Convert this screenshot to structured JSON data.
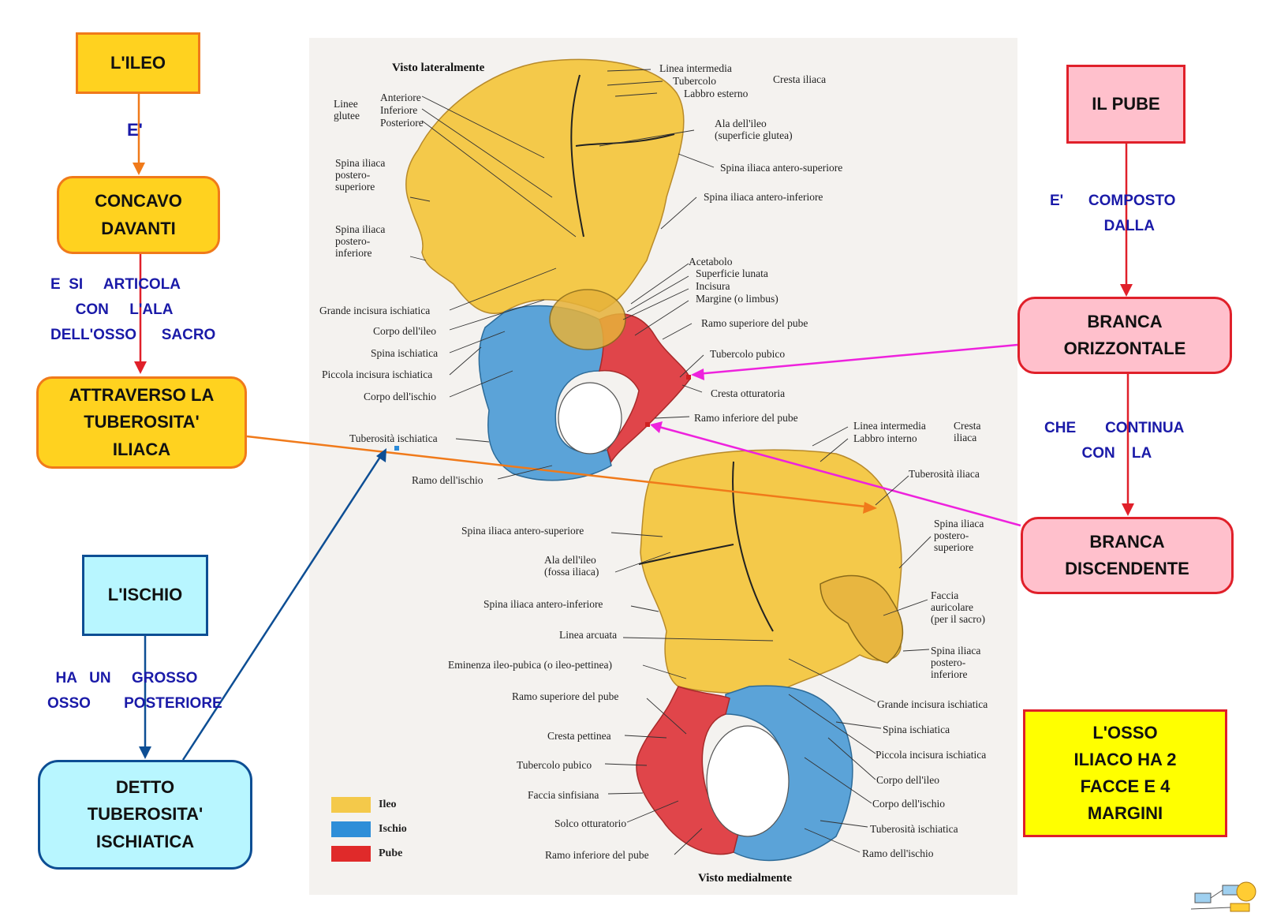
{
  "colors": {
    "ileo": "#f4c94a",
    "ischio": "#5ba3d8",
    "pube": "#e0454a",
    "orange_border": "#f07a1a",
    "orange_fill": "#ffd21f",
    "red_border": "#e0202a",
    "pink_fill": "#ffc0cc",
    "blue_border": "#0d4e94",
    "cyan_fill": "#b8f6ff",
    "yellow_fill": "#ffff00",
    "label_text": "#1a1aa8",
    "magenta": "#ee22dd"
  },
  "map": {
    "ileo": "L'ILEO",
    "concavo": "CONCAVO\nDAVANTI",
    "attraverso": "ATTRAVERSO      LA\nTUBEROSITA'\nILIACA",
    "ischio": "L'ISCHIO",
    "detto": "DETTO\nTUBEROSITA'\nISCHIATICA",
    "pube": "IL    PUBE",
    "orizzontale": "BRANCA\nORIZZONTALE",
    "discendente": "BRANCA\nDISCENDENTE",
    "osso_iliaco": "L'OSSO\nILIACO    HA   2\nFACCE    E  4\nMARGINI"
  },
  "links": {
    "e": "E'",
    "e_si_articola": "E  SI     ARTICOLA\n      CON     L'ALA\nDELL'OSSO      SACRO",
    "ha_un_grosso": "  HA   UN     GROSSO\nOSSO        POSTERIORE",
    "composto": "E'      COMPOSTO\n             DALLA",
    "che_continua": "CHE       CONTINUA\n         CON    LA"
  },
  "figure": {
    "title_top": "Visto lateralmente",
    "title_bottom": "Visto medialmente",
    "legend": [
      "Ileo",
      "Ischio",
      "Pube"
    ],
    "top_labels": {
      "linea_intermedia": "Linea intermedia",
      "tubercolo": "Tubercolo",
      "labbro_esterno": "Labbro esterno",
      "cresta_iliaca": "Cresta iliaca",
      "linee_glutee": "Linee\nglutee",
      "anteriore": "Anteriore",
      "inferiore": "Inferiore",
      "posteriore": "Posteriore",
      "ala_ileo": "Ala dell'ileo\n(superficie glutea)",
      "spina_ant_sup": "Spina iliaca antero-superiore",
      "spina_post_sup": "Spina iliaca\npostero-\nsuperiore",
      "spina_ant_inf": "Spina iliaca antero-inferiore",
      "spina_post_inf": "Spina iliaca\npostero-\ninferiore",
      "acetabolo": "Acetabolo",
      "superficie_lunata": "Superficie lunata",
      "incisura": "Incisura",
      "margine": "Margine (o limbus)",
      "grande_incisura": "Grande incisura ischiatica",
      "ramo_sup_pube": "Ramo superiore del pube",
      "corpo_ileo": "Corpo dell'ileo",
      "tubercolo_pubico": "Tubercolo pubico",
      "spina_ischiatica": "Spina ischiatica",
      "piccola_incisura": "Piccola incisura ischiatica",
      "cresta_otturatoria": "Cresta otturatoria",
      "corpo_ischio": "Corpo dell'ischio",
      "ramo_inf_pube": "Ramo inferiore del pube",
      "tuberosita_ischiatica": "Tuberosità ischiatica",
      "ramo_ischio": "Ramo dell'ischio"
    },
    "bottom_labels": {
      "linea_intermedia": "Linea intermedia",
      "labbro_interno": "Labbro interno",
      "cresta_iliaca": "Cresta\niliaca",
      "tuberosita_iliaca": "Tuberosità iliaca",
      "spina_ant_sup": "Spina iliaca antero-superiore",
      "spina_post_sup": "Spina iliaca\npostero-\nsuperiore",
      "ala_ileo": "Ala dell'ileo\n(fossa iliaca)",
      "faccia_auricolare": "Faccia\nauricolare\n(per il sacro)",
      "spina_ant_inf": "Spina iliaca antero-inferiore",
      "linea_arcuata": "Linea arcuata",
      "spina_post_inf": "Spina iliaca\npostero-\ninferiore",
      "eminenza": "Eminenza ileo-pubica (o ileo-pettinea)",
      "ramo_sup_pube": "Ramo superiore del pube",
      "grande_incisura": "Grande incisura ischiatica",
      "spina_ischiatica": "Spina ischiatica",
      "cresta_pettinea": "Cresta pettinea",
      "piccola_incisura": "Piccola incisura ischiatica",
      "tubercolo_pubico": "Tubercolo pubico",
      "corpo_ileo": "Corpo dell'ileo",
      "faccia_sinfisiana": "Faccia sinfisiana",
      "corpo_ischio": "Corpo dell'ischio",
      "solco_otturatorio": "Solco otturatorio",
      "tuberosita_ischiatica": "Tuberosità ischiatica",
      "ramo_inf_pube": "Ramo inferiore del pube",
      "ramo_ischio": "Ramo dell'ischio"
    }
  }
}
